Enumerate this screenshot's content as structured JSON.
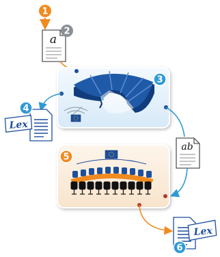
{
  "steps": [
    {
      "number": "1"
    },
    {
      "number": "2"
    },
    {
      "number": "3"
    },
    {
      "number": "4"
    },
    {
      "number": "5"
    },
    {
      "number": "6"
    }
  ],
  "documents": {
    "draft_letter": "a",
    "amendment_letters": "ab",
    "lex_left": "Lex",
    "lex_right": "Lex"
  },
  "colors": {
    "orange": "#f18a1f",
    "blue": "#2f9ad6",
    "dark_blue": "#1d4f9c",
    "gray": "#8a8f96",
    "council_bg": "#fbeede",
    "parliament_bg": "#e6f2fb"
  },
  "icons": [
    "arrow-down-icon",
    "document-icon",
    "hemicycle-icon",
    "eu-flag-icon",
    "council-table-icon",
    "lex-document-icon"
  ]
}
